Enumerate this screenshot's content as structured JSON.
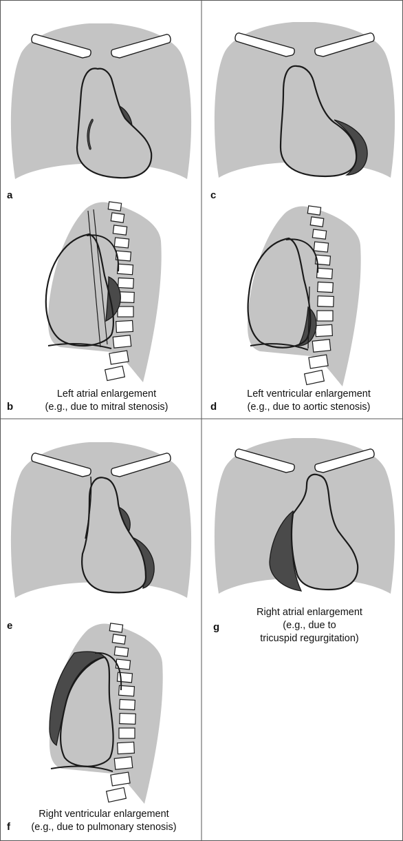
{
  "colors": {
    "lung": "#c4c4c4",
    "dark": "#4a4a4a",
    "outline": "#1a1a1a",
    "bone": "#ffffff",
    "divider": "#555555"
  },
  "panels": [
    {
      "letter": "a"
    },
    {
      "letter": "b",
      "caption": [
        "Left atrial enlargement",
        "(e.g., due to mitral stenosis)"
      ]
    },
    {
      "letter": "c"
    },
    {
      "letter": "d",
      "caption": [
        "Left ventricular enlargement",
        "(e.g., due to aortic stenosis)"
      ]
    },
    {
      "letter": "e"
    },
    {
      "letter": "f",
      "caption": [
        "Right ventricular enlargement",
        "(e.g., due to pulmonary stenosis)"
      ]
    },
    {
      "letter": "g",
      "caption": [
        "Right atrial enlargement",
        "(e.g., due to",
        "tricuspid regurgitation)"
      ]
    }
  ]
}
